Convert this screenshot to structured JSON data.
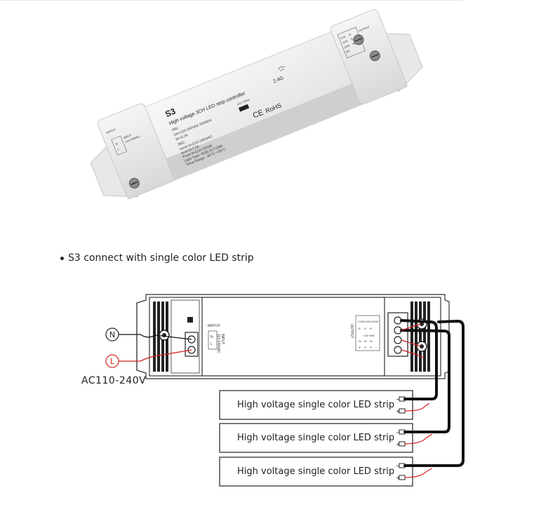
{
  "product": {
    "model": "S3",
    "title": "High voltage 3CH LED strip controller",
    "band": "2.4G",
    "pri_label": "PRI:",
    "pri_voltage": "Uin=110-240VAC 50/60Hz",
    "pri_current": "Iin=3.2A",
    "sec_label": "SEC:",
    "sec_voltage": "Uout=3×(110-240)VAC",
    "sec_current": "Iout=3×1.5A",
    "sec_power": "Pout=3×(110-240)W",
    "light_type": "Light Type: RGB,CCT,DIM",
    "temp_range": "Temp Range: -30°C~+55°C",
    "cert_ce": "CE",
    "cert_rohs": "RoHS",
    "strip_len": "6.5-7.0mm",
    "match_label": "MATCH",
    "input_label": "INPUT",
    "input_voltage": "110-240VAC",
    "input_terminals": [
      "N",
      "L"
    ],
    "output_label": "OUTPUT",
    "output_channels": [
      "CH1",
      "CH2",
      "CH3",
      "NC"
    ],
    "output_rows": [
      {
        "rgb": "R",
        "cct": "WW",
        "dim": "W"
      },
      {
        "rgb": "G",
        "cct": "CW",
        "dim": "W"
      },
      {
        "rgb": "B",
        "cct": "",
        "dim": "W"
      }
    ]
  },
  "section_heading": "S3 connect with single color LED strip",
  "ac_label": "AC110-240V",
  "neutral_marker": "N",
  "live_marker": "L",
  "schematic": {
    "match_label": "MATCH",
    "input_label": "INPUT",
    "input_voltage": "110-240VAC",
    "input_terminals": [
      "N",
      "L"
    ],
    "output_label": "OUTPUT",
    "output_columns": [
      "CH3",
      "CH2",
      "CH1",
      "NC"
    ],
    "output_rgb": [
      "B",
      "G",
      "R",
      ""
    ],
    "output_cct": [
      "",
      "CW",
      "WW",
      ""
    ],
    "output_dim": [
      "W",
      "W",
      "W",
      ""
    ],
    "output_polarity": [
      "+",
      "+",
      "+",
      "-"
    ]
  },
  "strips": [
    {
      "label": "High voltage single color LED strip",
      "minus": "−",
      "plus": "+"
    },
    {
      "label": "High voltage single color LED strip",
      "minus": "−",
      "plus": "+"
    },
    {
      "label": "High voltage single color LED strip",
      "minus": "−",
      "plus": "+"
    }
  ],
  "colors": {
    "outline": "#333333",
    "wire_live": "#d42020",
    "wire_neutral": "#111111",
    "housing": "#f4f4f4",
    "housing_shadow": "#d9d9d9",
    "text": "#222222"
  }
}
